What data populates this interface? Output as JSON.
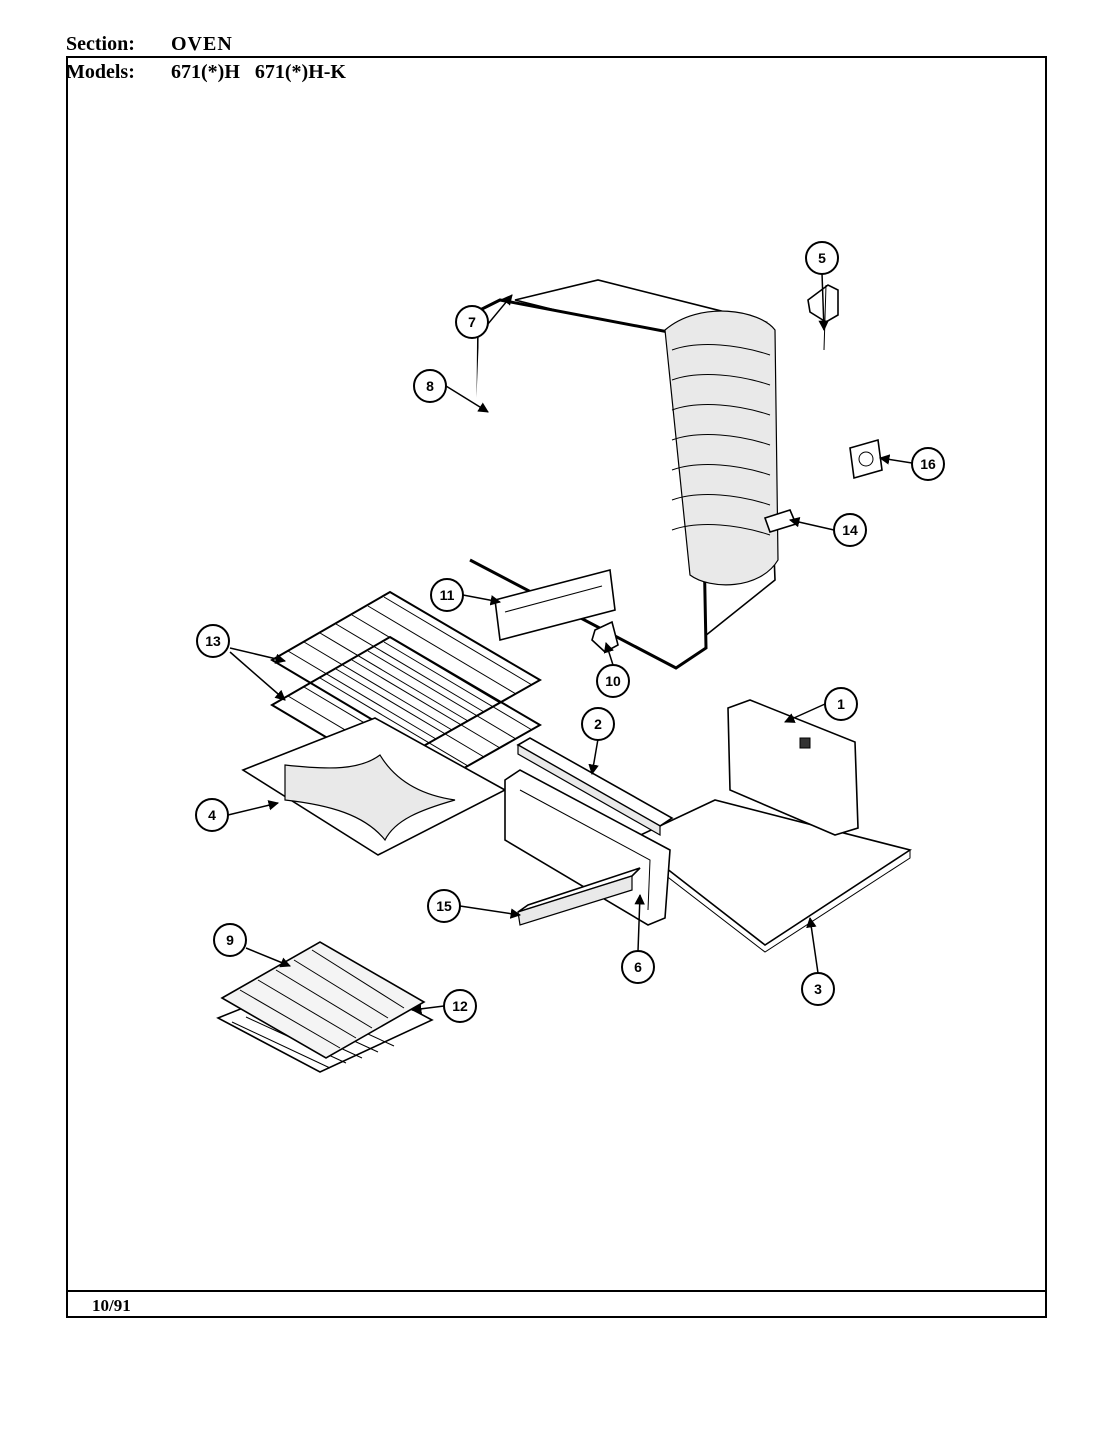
{
  "header": {
    "section_label": "Section:",
    "section_value": "OVEN",
    "models_label": "Models:",
    "models_value": "671(*)H   671(*)H-K"
  },
  "footer": {
    "date": "10/91"
  },
  "diagram": {
    "callouts": [
      "1",
      "2",
      "3",
      "4",
      "5",
      "6",
      "7",
      "8",
      "9",
      "10",
      "11",
      "12",
      "13",
      "14",
      "15",
      "16"
    ]
  }
}
